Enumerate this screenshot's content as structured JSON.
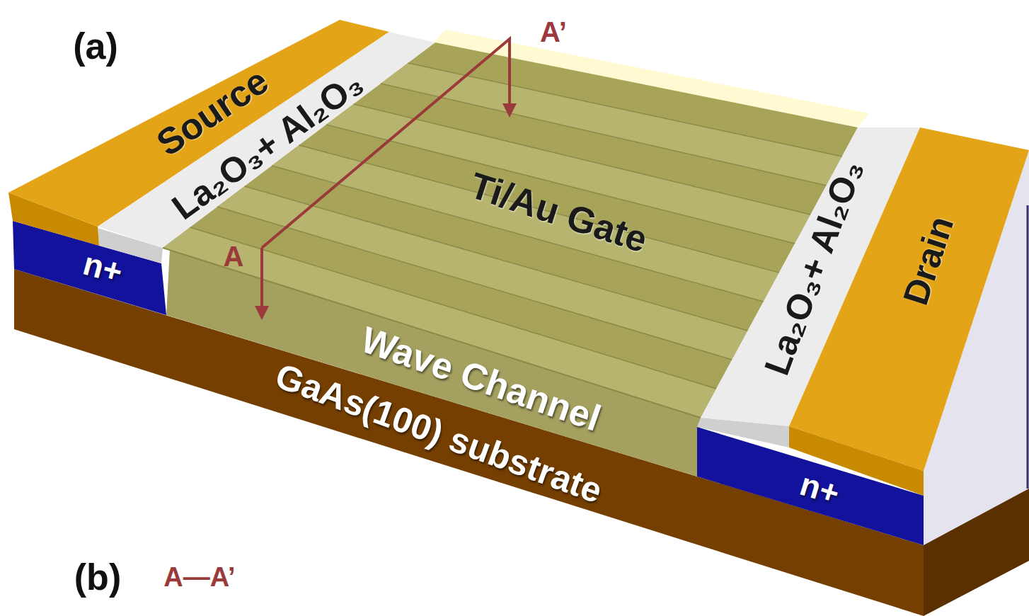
{
  "diagram": {
    "labels": [
      "(a)",
      "Source",
      "La₂O₃+ Al₂O₃",
      "A’",
      "Ti/Au Gate",
      "A",
      "n+",
      "La₂O₃+ Al₂O₃",
      "Drain",
      "Wave Channel",
      "GaAs(100) substrate",
      "n+",
      "(b)",
      "A—A’"
    ]
  }
}
